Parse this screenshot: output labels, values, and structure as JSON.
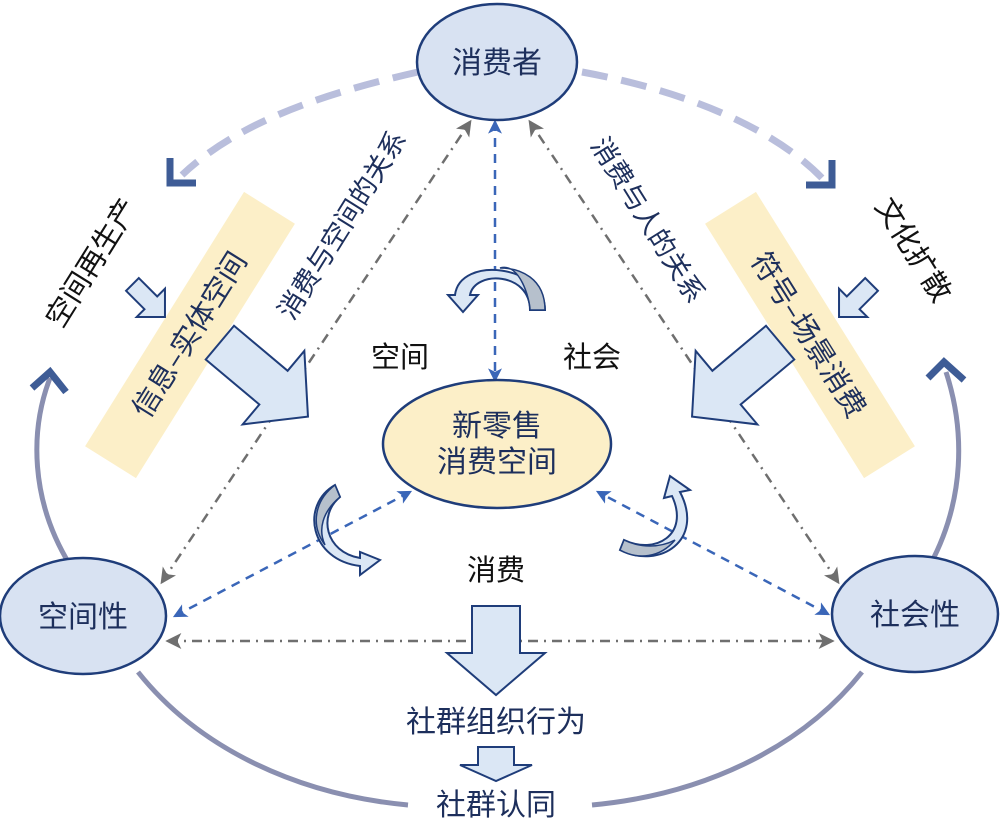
{
  "diagram": {
    "nodes": {
      "consumer": "消费者",
      "center_line1": "新零售",
      "center_line2": "消费空间",
      "spatiality": "空间性",
      "sociality": "社会性"
    },
    "relation_labels": {
      "left": "消费与空间的关系",
      "right": "消费与人的关系"
    },
    "band_labels": {
      "left": "信息–实体空间",
      "right": "符号–场景消费"
    },
    "side_labels": {
      "left": "空间再生产",
      "right": "文化扩散"
    },
    "inner_labels": {
      "space": "空间",
      "society": "社会",
      "consumption": "消费"
    },
    "flow_labels": {
      "community_behavior": "社群组织行为",
      "community_identity": "社群认同"
    },
    "colors": {
      "node_fill": "#d8e2f2",
      "node_stroke": "#1f3d7a",
      "center_fill": "#fcefc8",
      "band_fill": "#fcefc8",
      "blue_arrow": "#3a66b8",
      "gray_arrow": "#6f6f6f",
      "outer_arc": "#8a8fb0",
      "dashed_arc": "#b9bedc",
      "chevron": "#3e5c96",
      "block_arrow_fill": "#dbe7f5"
    }
  }
}
